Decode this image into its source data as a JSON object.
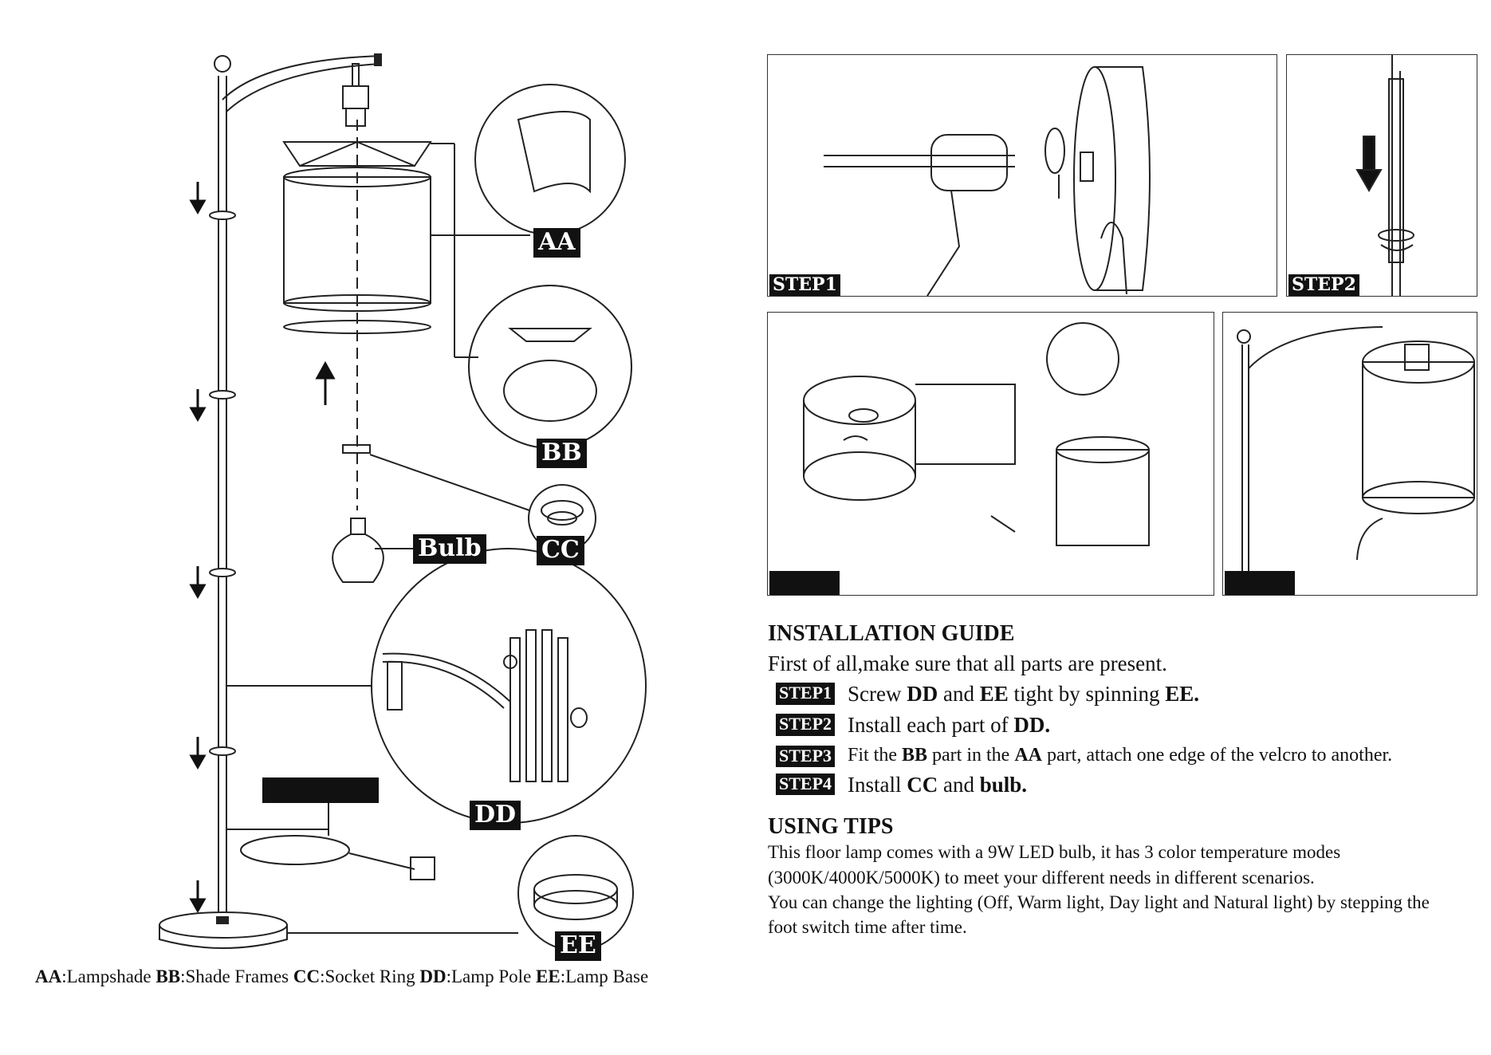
{
  "labels": {
    "aa": "AA",
    "bb": "BB",
    "cc": "CC",
    "dd": "DD",
    "ee": "EE",
    "bulb": "Bulb"
  },
  "panels": {
    "step1": "STEP1",
    "step2": "STEP2"
  },
  "legend": [
    {
      "code": "AA",
      "name": ":Lampshade "
    },
    {
      "code": "BB",
      "name": ":Shade Frames "
    },
    {
      "code": "CC",
      "name": ":Socket Ring "
    },
    {
      "code": "DD",
      "name": ":Lamp Pole "
    },
    {
      "code": "EE",
      "name": ":Lamp Base"
    }
  ],
  "guide": {
    "title": "INSTALLATION GUIDE",
    "intro": "First of all,make sure that all parts are present.",
    "steps": [
      {
        "tag": "STEP1",
        "parts": [
          {
            "t": "Screw "
          },
          {
            "b": "DD"
          },
          {
            "t": " and "
          },
          {
            "b": "EE"
          },
          {
            "t": " tight by spinning "
          },
          {
            "b": "EE."
          }
        ]
      },
      {
        "tag": "STEP2",
        "parts": [
          {
            "t": "Install each part of "
          },
          {
            "b": "DD."
          }
        ]
      },
      {
        "tag": "STEP3",
        "parts": [
          {
            "t": "Fit the "
          },
          {
            "b": "BB"
          },
          {
            "t": " part in the "
          },
          {
            "b": "AA"
          },
          {
            "t": " part,  attach one edge of the velcro to another."
          }
        ]
      },
      {
        "tag": "STEP4",
        "parts": [
          {
            "t": "Install "
          },
          {
            "b": "CC"
          },
          {
            "t": " and "
          },
          {
            "b": "bulb."
          }
        ]
      }
    ],
    "tips_title": "USING TIPS",
    "tips_1": "This floor lamp comes with a 9W LED bulb,  it has 3 color temperature modes (3000K/4000K/5000K) to meet your different needs in different scenarios.",
    "tips_2": "You can change the lighting (Off, Warm light, Day light  and Natural light) by stepping the foot switch time after time."
  }
}
